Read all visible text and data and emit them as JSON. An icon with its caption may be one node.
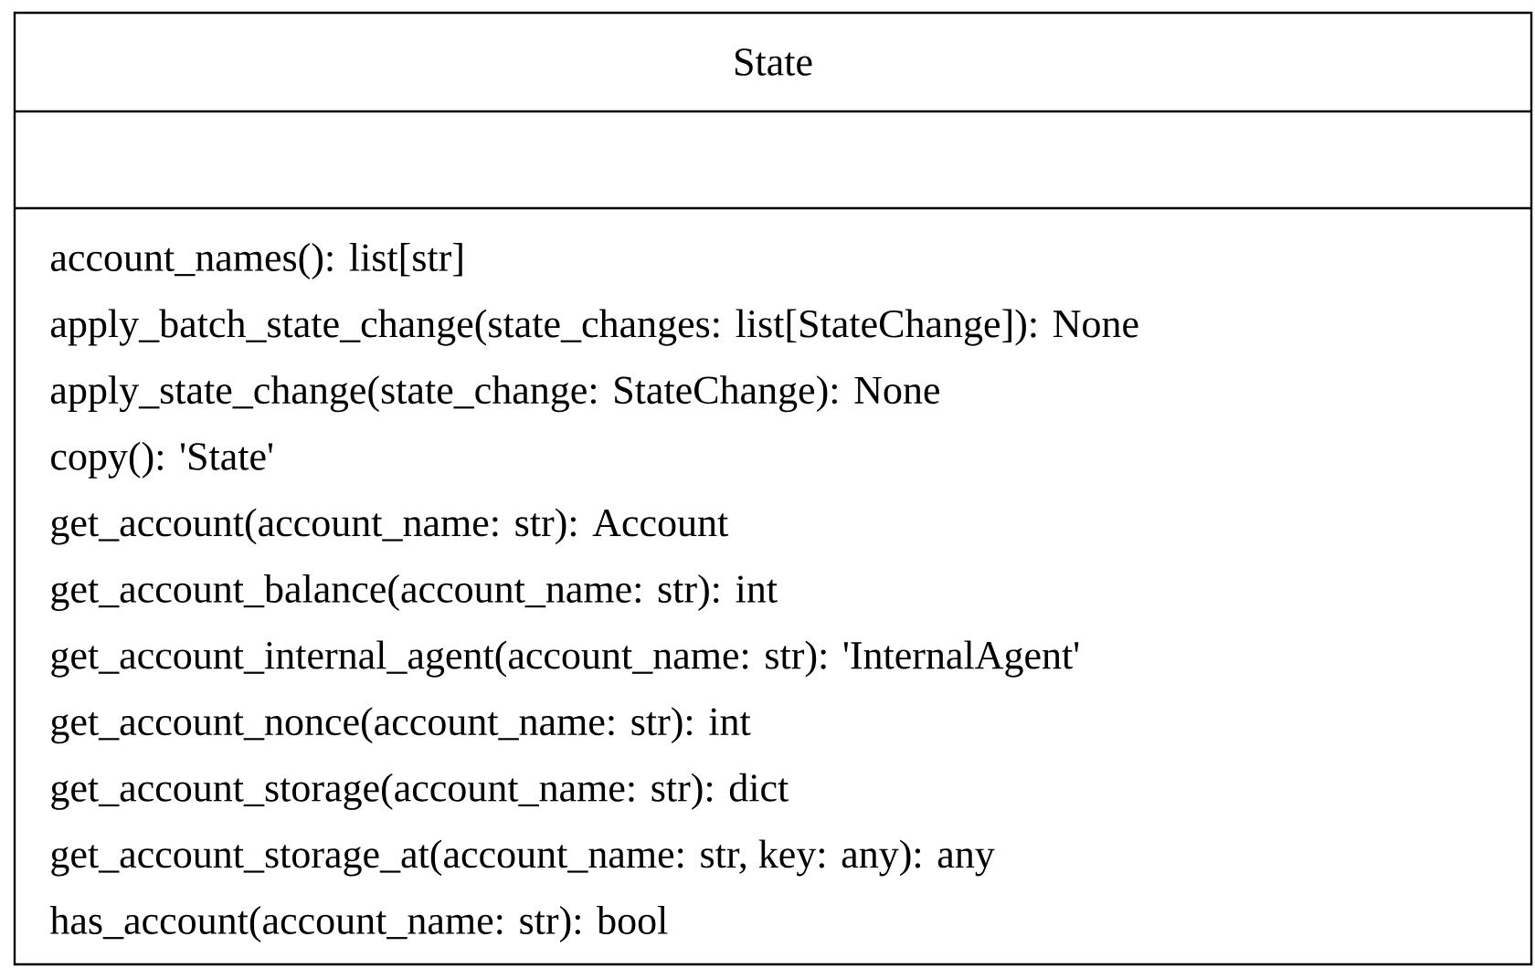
{
  "diagram": {
    "nodes": [
      {
        "text": [
          "State",
          "account_names(): list[str]",
          "apply_batch_state_change(state_changes: list[StateChange]): None",
          "apply_state_change(state_change: StateChange): None",
          "copy(): 'State'",
          "get_account(account_name: str): Account",
          "get_account_balance(account_name: str): int",
          "get_account_internal_agent(account_name: str): 'InternalAgent'",
          "get_account_nonce(account_name: str): int",
          "get_account_storage(account_name: str): dict",
          "get_account_storage_at(account_name: str, key: any): any",
          "has_account(account_name: str): bool"
        ]
      }
    ]
  }
}
